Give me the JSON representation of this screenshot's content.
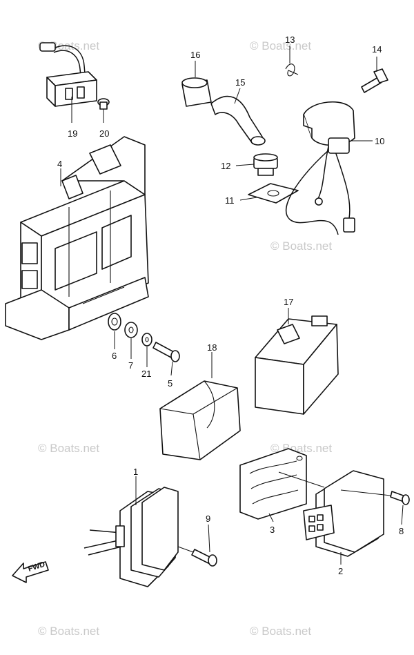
{
  "watermark": "© Boats.net",
  "fwd_label": "FWD",
  "callouts": {
    "c1": "1",
    "c2": "2",
    "c3": "3",
    "c4": "4",
    "c5": "5",
    "c6": "6",
    "c7": "7",
    "c8": "8",
    "c9": "9",
    "c10": "10",
    "c11": "11",
    "c12": "12",
    "c13": "13",
    "c14": "14",
    "c15": "15",
    "c16": "16",
    "c17": "17",
    "c18": "18",
    "c19": "19",
    "c20": "20",
    "c21": "21"
  }
}
